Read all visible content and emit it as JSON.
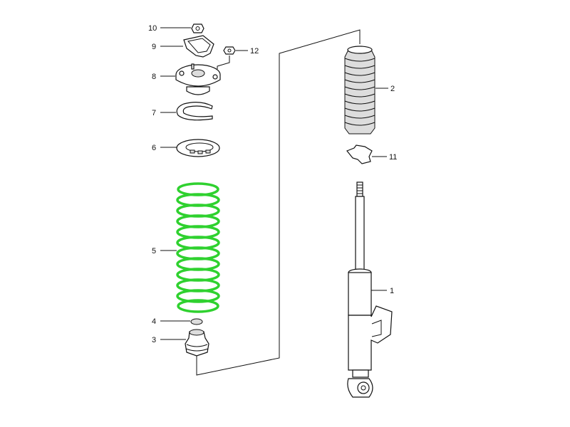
{
  "diagram": {
    "callouts": {
      "p1": "1",
      "p2": "2",
      "p3": "3",
      "p4": "4",
      "p5": "5",
      "p6": "6",
      "p7": "7",
      "p8": "8",
      "p9": "9",
      "p10": "10",
      "p11": "11",
      "p12": "12"
    },
    "highlight_color": "#2fd12f"
  }
}
